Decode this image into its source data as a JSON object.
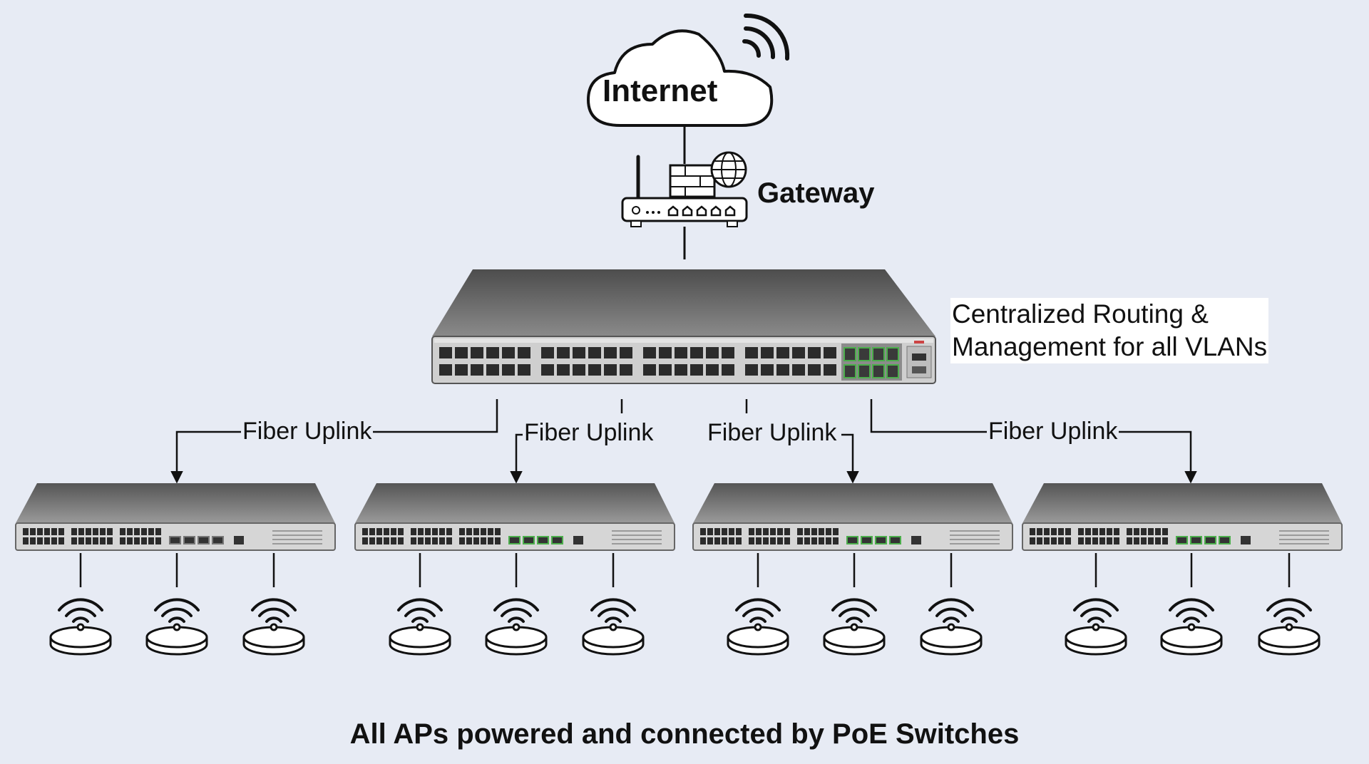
{
  "nodes": {
    "internet": {
      "label": "Internet",
      "icon": "cloud-wifi-icon"
    },
    "gateway": {
      "label": "Gateway",
      "icon": "router-firewall-globe-icon"
    },
    "core_switch": {
      "note_line1": "Centralized Routing &",
      "note_line2": "Management for all VLANs",
      "icon": "rackmount-switch-icon"
    },
    "access_switches": [
      {
        "uplink_label": "Fiber Uplink",
        "ap_count": 3
      },
      {
        "uplink_label": "Fiber Uplink",
        "ap_count": 3
      },
      {
        "uplink_label": "Fiber Uplink",
        "ap_count": 3
      },
      {
        "uplink_label": "Fiber Uplink",
        "ap_count": 3
      }
    ],
    "access_point_icon": "ceiling-access-point-icon"
  },
  "footer": "All APs powered and connected by PoE Switches",
  "colors": {
    "background": "#e7ebf4",
    "switch_top": "#6f6f6f",
    "port_green": "#4cae4c",
    "line": "#111111"
  }
}
